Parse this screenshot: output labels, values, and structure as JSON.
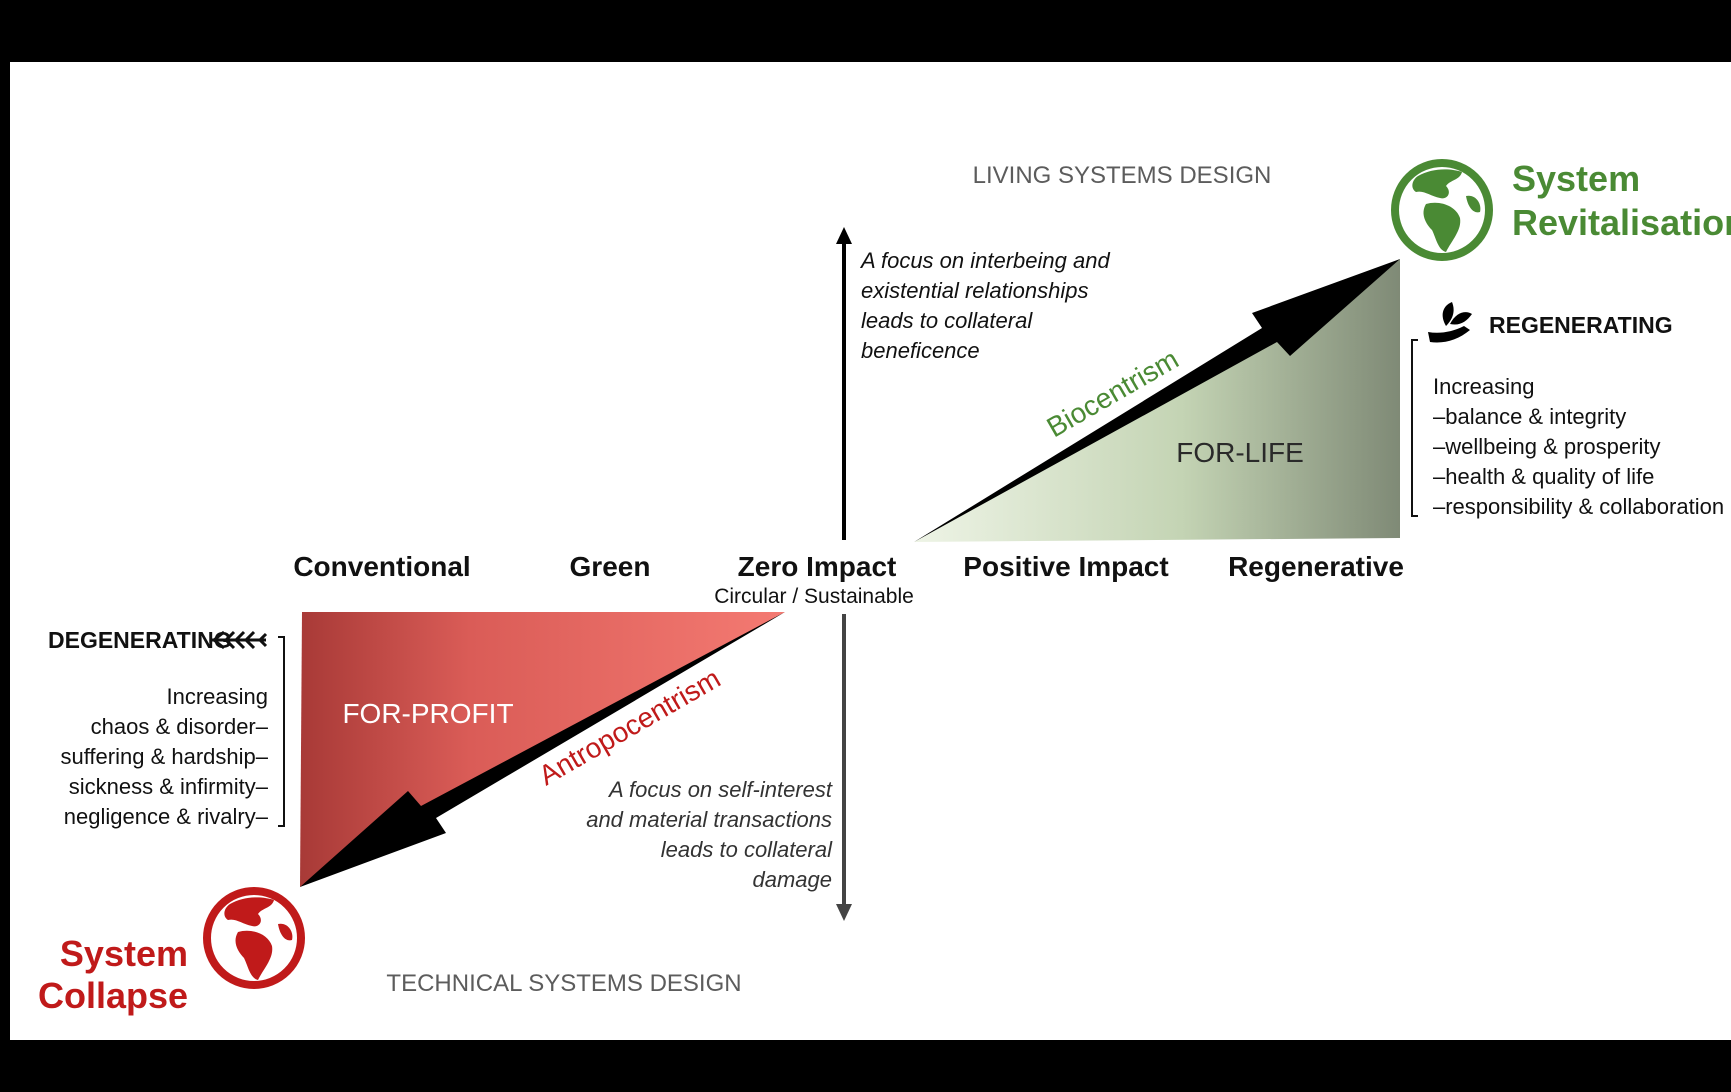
{
  "top_label": "LIVING SYSTEMS DESIGN",
  "bottom_label": "TECHNICAL SYSTEMS DESIGN",
  "scale": [
    "Conventional",
    "Green",
    "Zero Impact",
    "Positive Impact",
    "Regenerative"
  ],
  "zero_sub": "Circular / Sustainable",
  "up_text": [
    "A focus on interbeing and",
    "existential relationships",
    "leads to collateral",
    "beneficence"
  ],
  "down_text": [
    "A focus on self-interest",
    "and material transactions",
    "leads to collateral",
    "damage"
  ],
  "for_life": "FOR-LIFE",
  "for_profit": "FOR-PROFIT",
  "biocentrism": "Biocentrism",
  "antropocentrism": "Antropocentrism",
  "revital": {
    "line1": "System",
    "line2": "Revitalisation"
  },
  "collapse": {
    "line1": "System",
    "line2": "Collapse"
  },
  "regenerating": {
    "title": "REGENERATING",
    "items": [
      "Increasing",
      "–balance & integrity",
      "–wellbeing & prosperity",
      "–health & quality of life",
      "–responsibility & collaboration"
    ]
  },
  "degenerating": {
    "title": "DEGENERATING",
    "items": [
      "Increasing",
      "chaos & disorder–",
      "suffering & hardship–",
      "sickness & infirmity–",
      "negligence & rivalry–"
    ]
  },
  "colors": {
    "green": "#4a8a34",
    "red": "#c01a1a",
    "black": "#000000"
  }
}
